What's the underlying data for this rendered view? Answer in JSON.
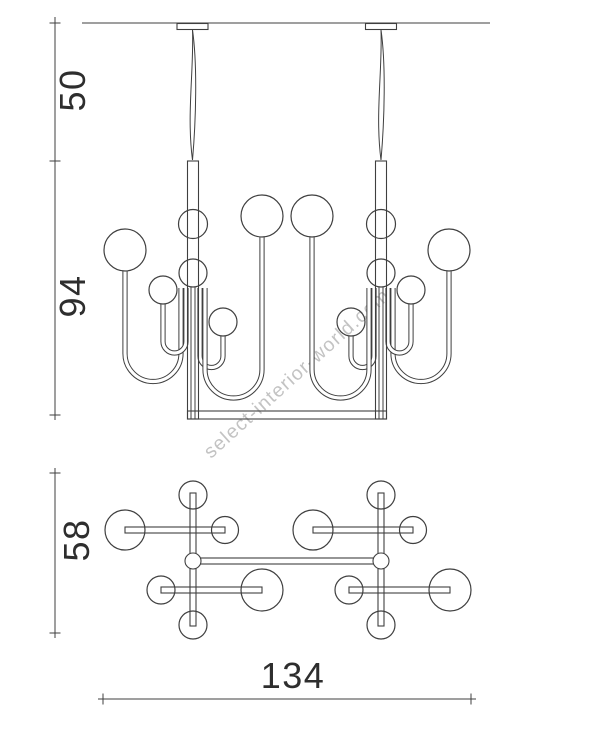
{
  "watermark": {
    "text": "select-interior-world.com"
  },
  "colors": {
    "line": "#3f3f3f",
    "text": "#2e2e2e",
    "watermark": "#c3c3c3",
    "background": "#ffffff"
  },
  "dimensions": {
    "suspension_height": {
      "label": "50"
    },
    "body_height": {
      "label": "94"
    },
    "depth": {
      "label": "58"
    },
    "width": {
      "label": "134"
    }
  }
}
